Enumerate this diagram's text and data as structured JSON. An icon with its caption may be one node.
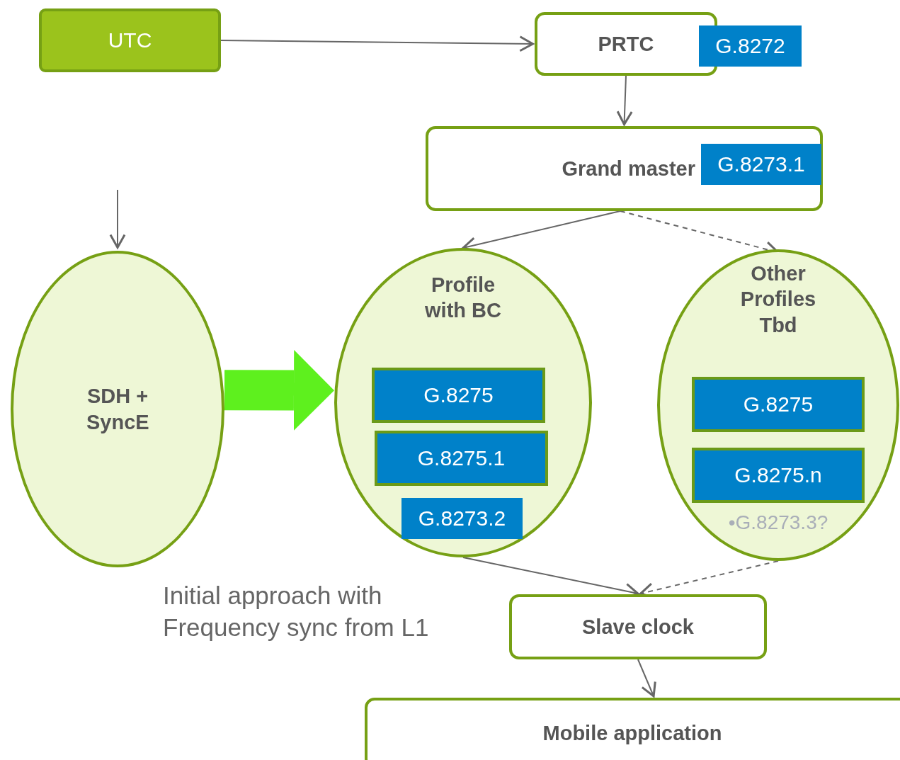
{
  "diagram": {
    "nodes": [
      {
        "text": [
          "UTC"
        ]
      },
      {
        "text": [
          "PRTC"
        ]
      },
      {
        "text": [
          "G.8272"
        ]
      },
      {
        "text": [
          "Grand master"
        ]
      },
      {
        "text": [
          "G.8273.1"
        ],
        "in": 3
      },
      {
        "text": [
          "SDH + SyncE"
        ]
      },
      {
        "text": [
          "Profile with BC"
        ]
      },
      {
        "text": [
          "G.8275"
        ],
        "in": 6
      },
      {
        "text": [
          "G.8275.1"
        ],
        "in": 6
      },
      {
        "text": [
          "G.8273.2"
        ],
        "in": 6
      },
      {
        "text": [
          "Other Profiles Tbd",
          "•G.8273.3?"
        ]
      },
      {
        "text": [
          "G.8275"
        ],
        "in": 10
      },
      {
        "text": [
          "G.8275.n"
        ],
        "in": 10
      },
      {
        "text": [
          "Slave clock"
        ]
      },
      {
        "text": [
          "Mobile application"
        ]
      }
    ],
    "edges": [
      {
        "from": 0,
        "to": 1,
        "arrow": "to"
      },
      {
        "from": 1,
        "to": 3,
        "arrow": "to"
      },
      {
        "from": null,
        "to": 5,
        "arrow": "to"
      },
      {
        "from": 3,
        "to": 6,
        "arrow": "to"
      },
      {
        "from": 3,
        "to": 10,
        "arrow": "to",
        "style": "dashed"
      },
      {
        "from": 6,
        "to": 13,
        "arrow": "to"
      },
      {
        "from": 10,
        "to": 13,
        "arrow": "to",
        "style": "dashed"
      },
      {
        "from": 13,
        "to": 14,
        "arrow": "to"
      },
      {
        "from": 5,
        "to": 6,
        "arrow": "to",
        "style": "thick",
        "color": "#5ef01e"
      }
    ],
    "labels": [
      "Initial approach with Frequency sync from L1"
    ]
  }
}
